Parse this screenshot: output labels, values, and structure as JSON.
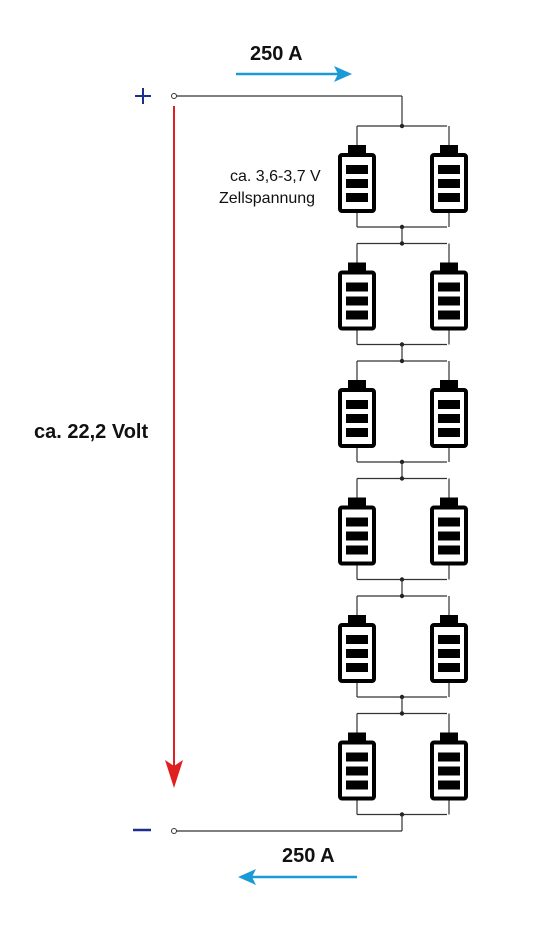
{
  "current_top": {
    "label": "250 A"
  },
  "current_bottom": {
    "label": "250 A"
  },
  "voltage": {
    "label": "ca. 22,2 Volt"
  },
  "cell_voltage": {
    "line1": "ca. 3,6-3,7 V",
    "line2": "Zellspannung"
  },
  "terminals": {
    "plus": "+",
    "minus": "−"
  },
  "pack": {
    "series_groups": 6,
    "parallel_cells": 2
  },
  "colors": {
    "current_arrow": "#1a9ad6",
    "voltage_arrow": "#e02020",
    "terminal": "#1c2f8f",
    "battery": "#000000"
  },
  "icons": {
    "battery": "battery-icon",
    "plus": "plus-icon",
    "minus": "minus-icon"
  }
}
